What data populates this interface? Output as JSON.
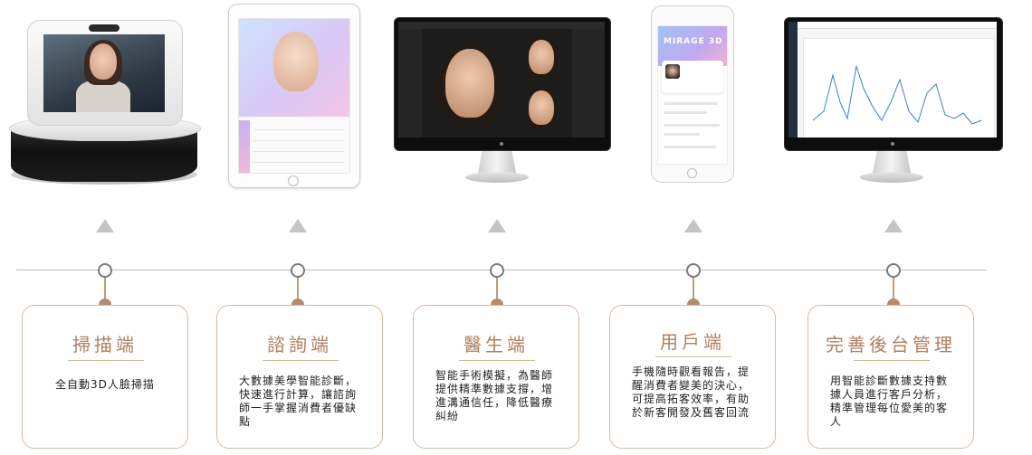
{
  "devices": {
    "phone_brand": "MIRAGE 3D"
  },
  "steps": [
    {
      "title": "掃描端",
      "description": "全自動3D人臉掃描"
    },
    {
      "title": "諮詢端",
      "description": "大數據美學智能診斷，快速進行計算，讓諮詢師一手掌握消費者優缺點"
    },
    {
      "title": "醫生端",
      "description": "智能手術模擬，為醫師提供精準數據支撐，增進溝通信任，降低醫療糾紛"
    },
    {
      "title": "用戶端",
      "description": "手機隨時觀看報告，提醒消費者變美的決心，可提高拓客效率，有助於新客開發及舊客回流"
    },
    {
      "title": "完善後台管理",
      "description": "用智能診斷數據支持數據人員進行客戶分析，精準管理每位愛美的客人"
    }
  ],
  "colors": {
    "accent": "#b07e5e",
    "card_border": "#d9b7a0",
    "node_dot": "#b38b6e",
    "arrow": "#c4c4c4"
  }
}
